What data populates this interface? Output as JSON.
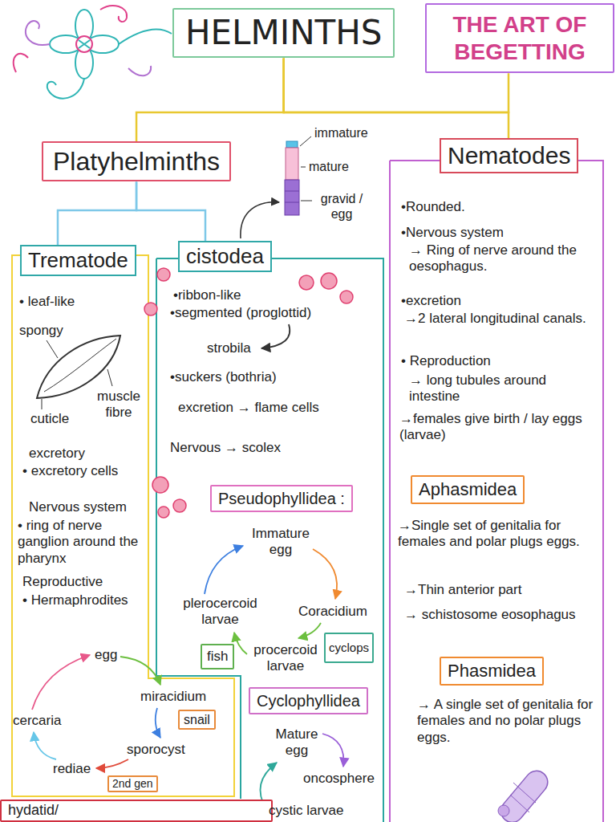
{
  "diagram": {
    "nodes": [
      {
        "text": [
          "HELMINTHS"
        ]
      },
      {
        "text": [
          "THE ART OF BEGETTING"
        ]
      },
      {
        "text": [
          "Platyhelminths"
        ]
      },
      {
        "text": [
          "Trematode",
          "• leaf-like",
          "excretory",
          "• excretory cells",
          "Nervous system",
          "• ring of nerve ganglion around the pharynx",
          "Reproductive",
          "• Hermaphrodites"
        ]
      },
      {
        "text": [
          "snail"
        ],
        "in": 3
      },
      {
        "text": [
          "2nd gen"
        ],
        "in": 3
      },
      {
        "text": [
          "cistodea",
          "•ribbon-like",
          "•segmented (proglottid)",
          "strobila",
          "•suckers (bothria)",
          "excretion → flame cells",
          "Nervous → scolex"
        ]
      },
      {
        "text": [
          "Pseudophyllidea :"
        ],
        "in": 6
      },
      {
        "text": [
          "fish"
        ],
        "in": 6
      },
      {
        "text": [
          "cyclops"
        ],
        "in": 6
      },
      {
        "text": [
          "Cyclophyllidea"
        ],
        "in": 6
      },
      {
        "text": [
          "Nematodes",
          "•Rounded.",
          "•Nervous system",
          "→ Ring of nerve around the oesophagus.",
          "•excretion",
          "→2 lateral longitudinal canals.",
          "• Reproduction",
          "→ long tubules around intestine",
          "→females give birth / lay eggs (larvae)",
          "→Single set of genitalia for females and polar plugs eggs.",
          "→Thin anterior part",
          "→ schistosome eosophagus",
          "→ A single set of genitalia for females and no polar plugs eggs."
        ]
      },
      {
        "text": [
          "Aphasmidea"
        ],
        "in": 11
      },
      {
        "text": [
          "Phasmidea"
        ],
        "in": 11
      },
      {
        "text": [
          "hydatid/"
        ]
      }
    ],
    "edges": [
      {
        "from": 0,
        "to": 1,
        "arrow": "none"
      },
      {
        "from": 0,
        "to": 2,
        "arrow": "none"
      },
      {
        "from": 0,
        "to": 11,
        "arrow": "none"
      },
      {
        "from": 2,
        "to": 3,
        "arrow": "none"
      },
      {
        "from": 2,
        "to": 6,
        "arrow": "none"
      }
    ],
    "labels": [
      "immature",
      "mature",
      "gravid / egg",
      "spongy",
      "muscle fibre",
      "cuticle",
      "Immature egg",
      "Coracidium",
      "plerocercoid larvae",
      "procercoid larvae",
      "egg",
      "miracidium",
      "sporocyst",
      "cercaria",
      "rediae",
      "Mature egg",
      "oncosphere",
      "cystic larvae"
    ]
  }
}
